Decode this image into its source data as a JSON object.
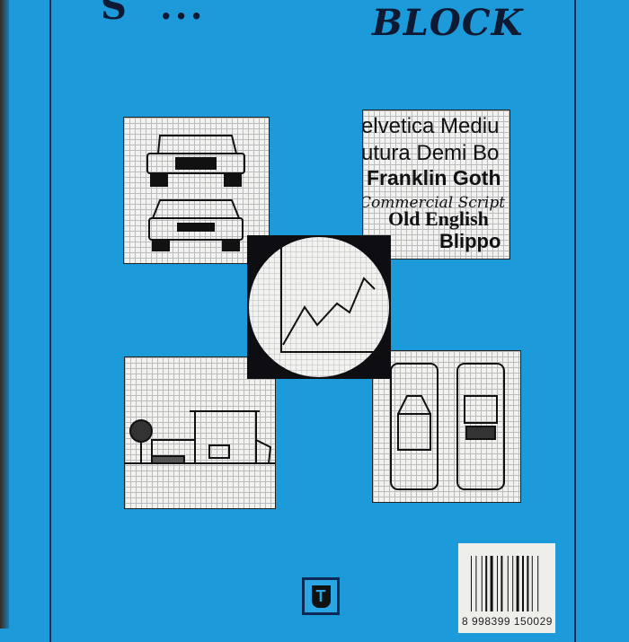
{
  "cover": {
    "title_partial": "S  ...",
    "subtitle": "BLOCK",
    "font_samples": [
      "elvetica Mediu",
      "utura Demi Bo",
      "Franklin Goth",
      "Commercial Script",
      "Old English",
      "Blippo"
    ],
    "barcode_number": "8 998399 150029",
    "logo_letter": "T",
    "colors": {
      "cover_blue": "#1c9ad9",
      "ink": "#0e1a33",
      "paper": "#f2f2f0"
    }
  }
}
